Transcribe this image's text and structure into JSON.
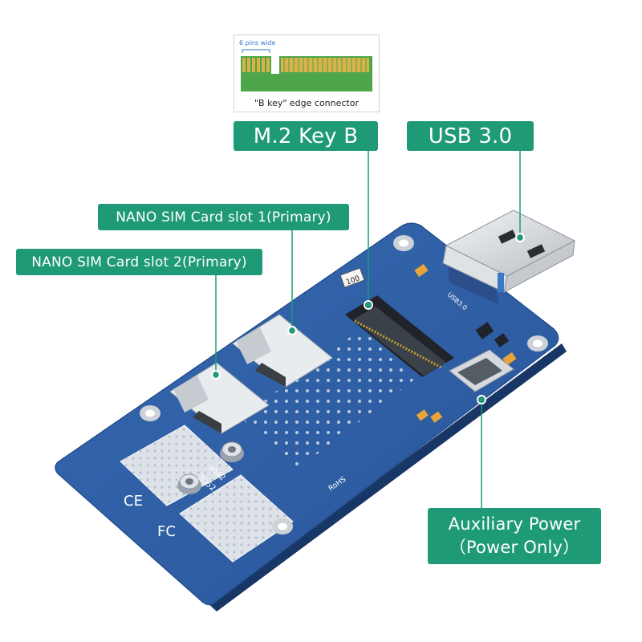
{
  "labels": {
    "m2": "M.2 Key B",
    "usb": "USB 3.0",
    "sim1": "NANO SIM Card slot 1(Primary)",
    "sim2": "NANO SIM Card slot 2(Primary)",
    "aux_line1": "Auxiliary Power",
    "aux_line2": "（Power Only）"
  },
  "edge_connector": {
    "title": "\"B key\" edge connector",
    "pins_note": "6 pins wide"
  },
  "board_marks": {
    "size_3042": "3042",
    "size_3052": "3052",
    "rohs": "RoHS",
    "usb_silk": "USB3.0",
    "cap_100": "100"
  },
  "colors": {
    "accent_green": "#1f9a76",
    "pcb_blue": "#2f5fa8",
    "pcb_dark": "#1d3f7a",
    "gold": "#c9a233"
  }
}
